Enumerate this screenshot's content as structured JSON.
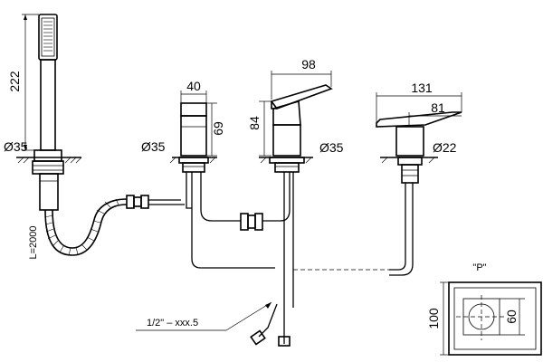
{
  "handshower": {
    "height_label": "222",
    "dia_label": "Ø35"
  },
  "hose": {
    "length_label": "L=2000"
  },
  "spout": {
    "width_label": "40",
    "height_label": "69",
    "dia_label": "Ø35"
  },
  "mixer": {
    "width_label": "98",
    "height_label": "84",
    "dia_label": "Ø35"
  },
  "diverter": {
    "width_label": "131",
    "inner_width_label": "81",
    "dia_label": "Ø22"
  },
  "connection": {
    "label": "1/2\" – xxx.5"
  },
  "plate_detail": {
    "title": "\"P\"",
    "height_label": "100",
    "hole_label": "60"
  }
}
